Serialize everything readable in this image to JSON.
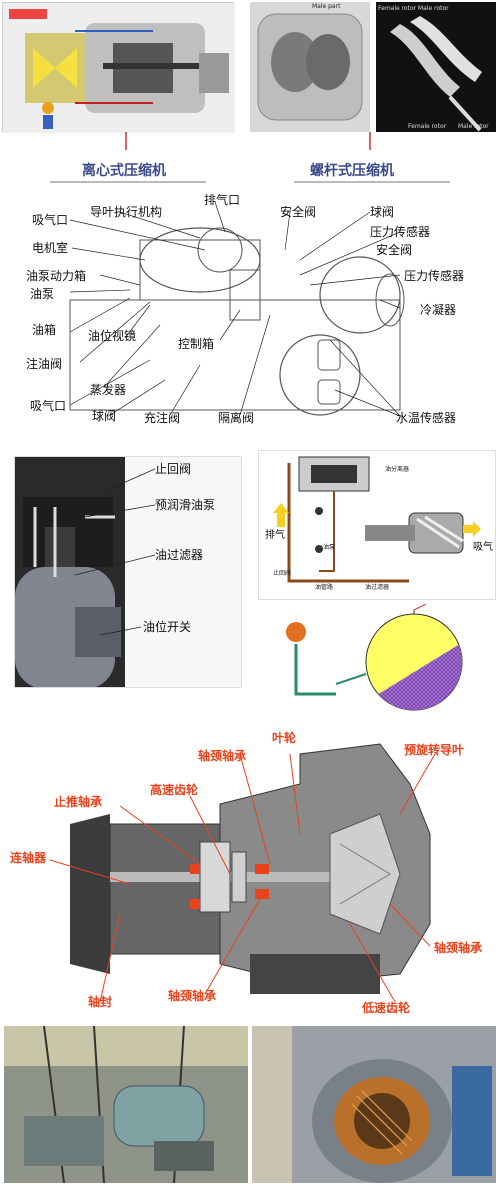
{
  "section1": {
    "caption_left": "离心式压缩机",
    "caption_right": "螺杆式压缩机",
    "photo_labels": [
      "Male part",
      "Female rotor",
      "Male rotor",
      "Female rotor",
      "Male rotor"
    ]
  },
  "section2": {
    "labels": {
      "xiqikou_top": "吸气口",
      "daoye": "导叶执行机构",
      "paiqikou": "排气口",
      "anquanfa1": "安全阀",
      "qiufa_top": "球阀",
      "dianjishi": "电机室",
      "yaliganqi1": "压力传感器",
      "anquanfa2": "安全阀",
      "youbeng_dongli": "油泵动力箱",
      "youbeng": "油泵",
      "yaliganqi2": "压力传感器",
      "youxiang": "油箱",
      "lengningqi": "冷凝器",
      "youweishijing": "油位视镜",
      "kongzhixiang": "控制箱",
      "zhuyoufa": "注油阀",
      "zhengfaqi": "蒸发器",
      "xiqikou_bottom": "吸气口",
      "shuiwen": "水温传感器",
      "qiufa_bottom": "球阀",
      "chongzhufa": "充注阀",
      "gelifa": "隔离阀"
    }
  },
  "section3": {
    "labels": {
      "zhihuifa": "止回阀",
      "yurun": "预润滑油泵",
      "youguolv": "油过滤器",
      "youweikaiguan": "油位开关"
    }
  },
  "section4": {
    "labels": {
      "youfenliqi": "油分离器",
      "paiqi": "排气",
      "xiqi": "吸气",
      "zhihuifa": "止回阀",
      "youguolvqi": "油过滤器",
      "youbeng": "油泵",
      "youguandao": "油管路"
    }
  },
  "section6": {
    "labels": {
      "yelun": "叶轮",
      "zhoujing1": "轴颈轴承",
      "yuxuan": "预旋转导叶",
      "gaosu": "高速齿轮",
      "zhitui": "止推轴承",
      "lianzhouqi": "连轴器",
      "zhoujing_right": "轴颈轴承",
      "zhoufeng": "轴封",
      "zhoujing_bottom": "轴颈轴承",
      "disu": "低速齿轮"
    }
  },
  "colors": {
    "accent_red": "#e8431c",
    "caption_blue": "#3a4a8a",
    "pie_yellow": "#ffff66",
    "pie_purple": "#7a3fb0"
  }
}
